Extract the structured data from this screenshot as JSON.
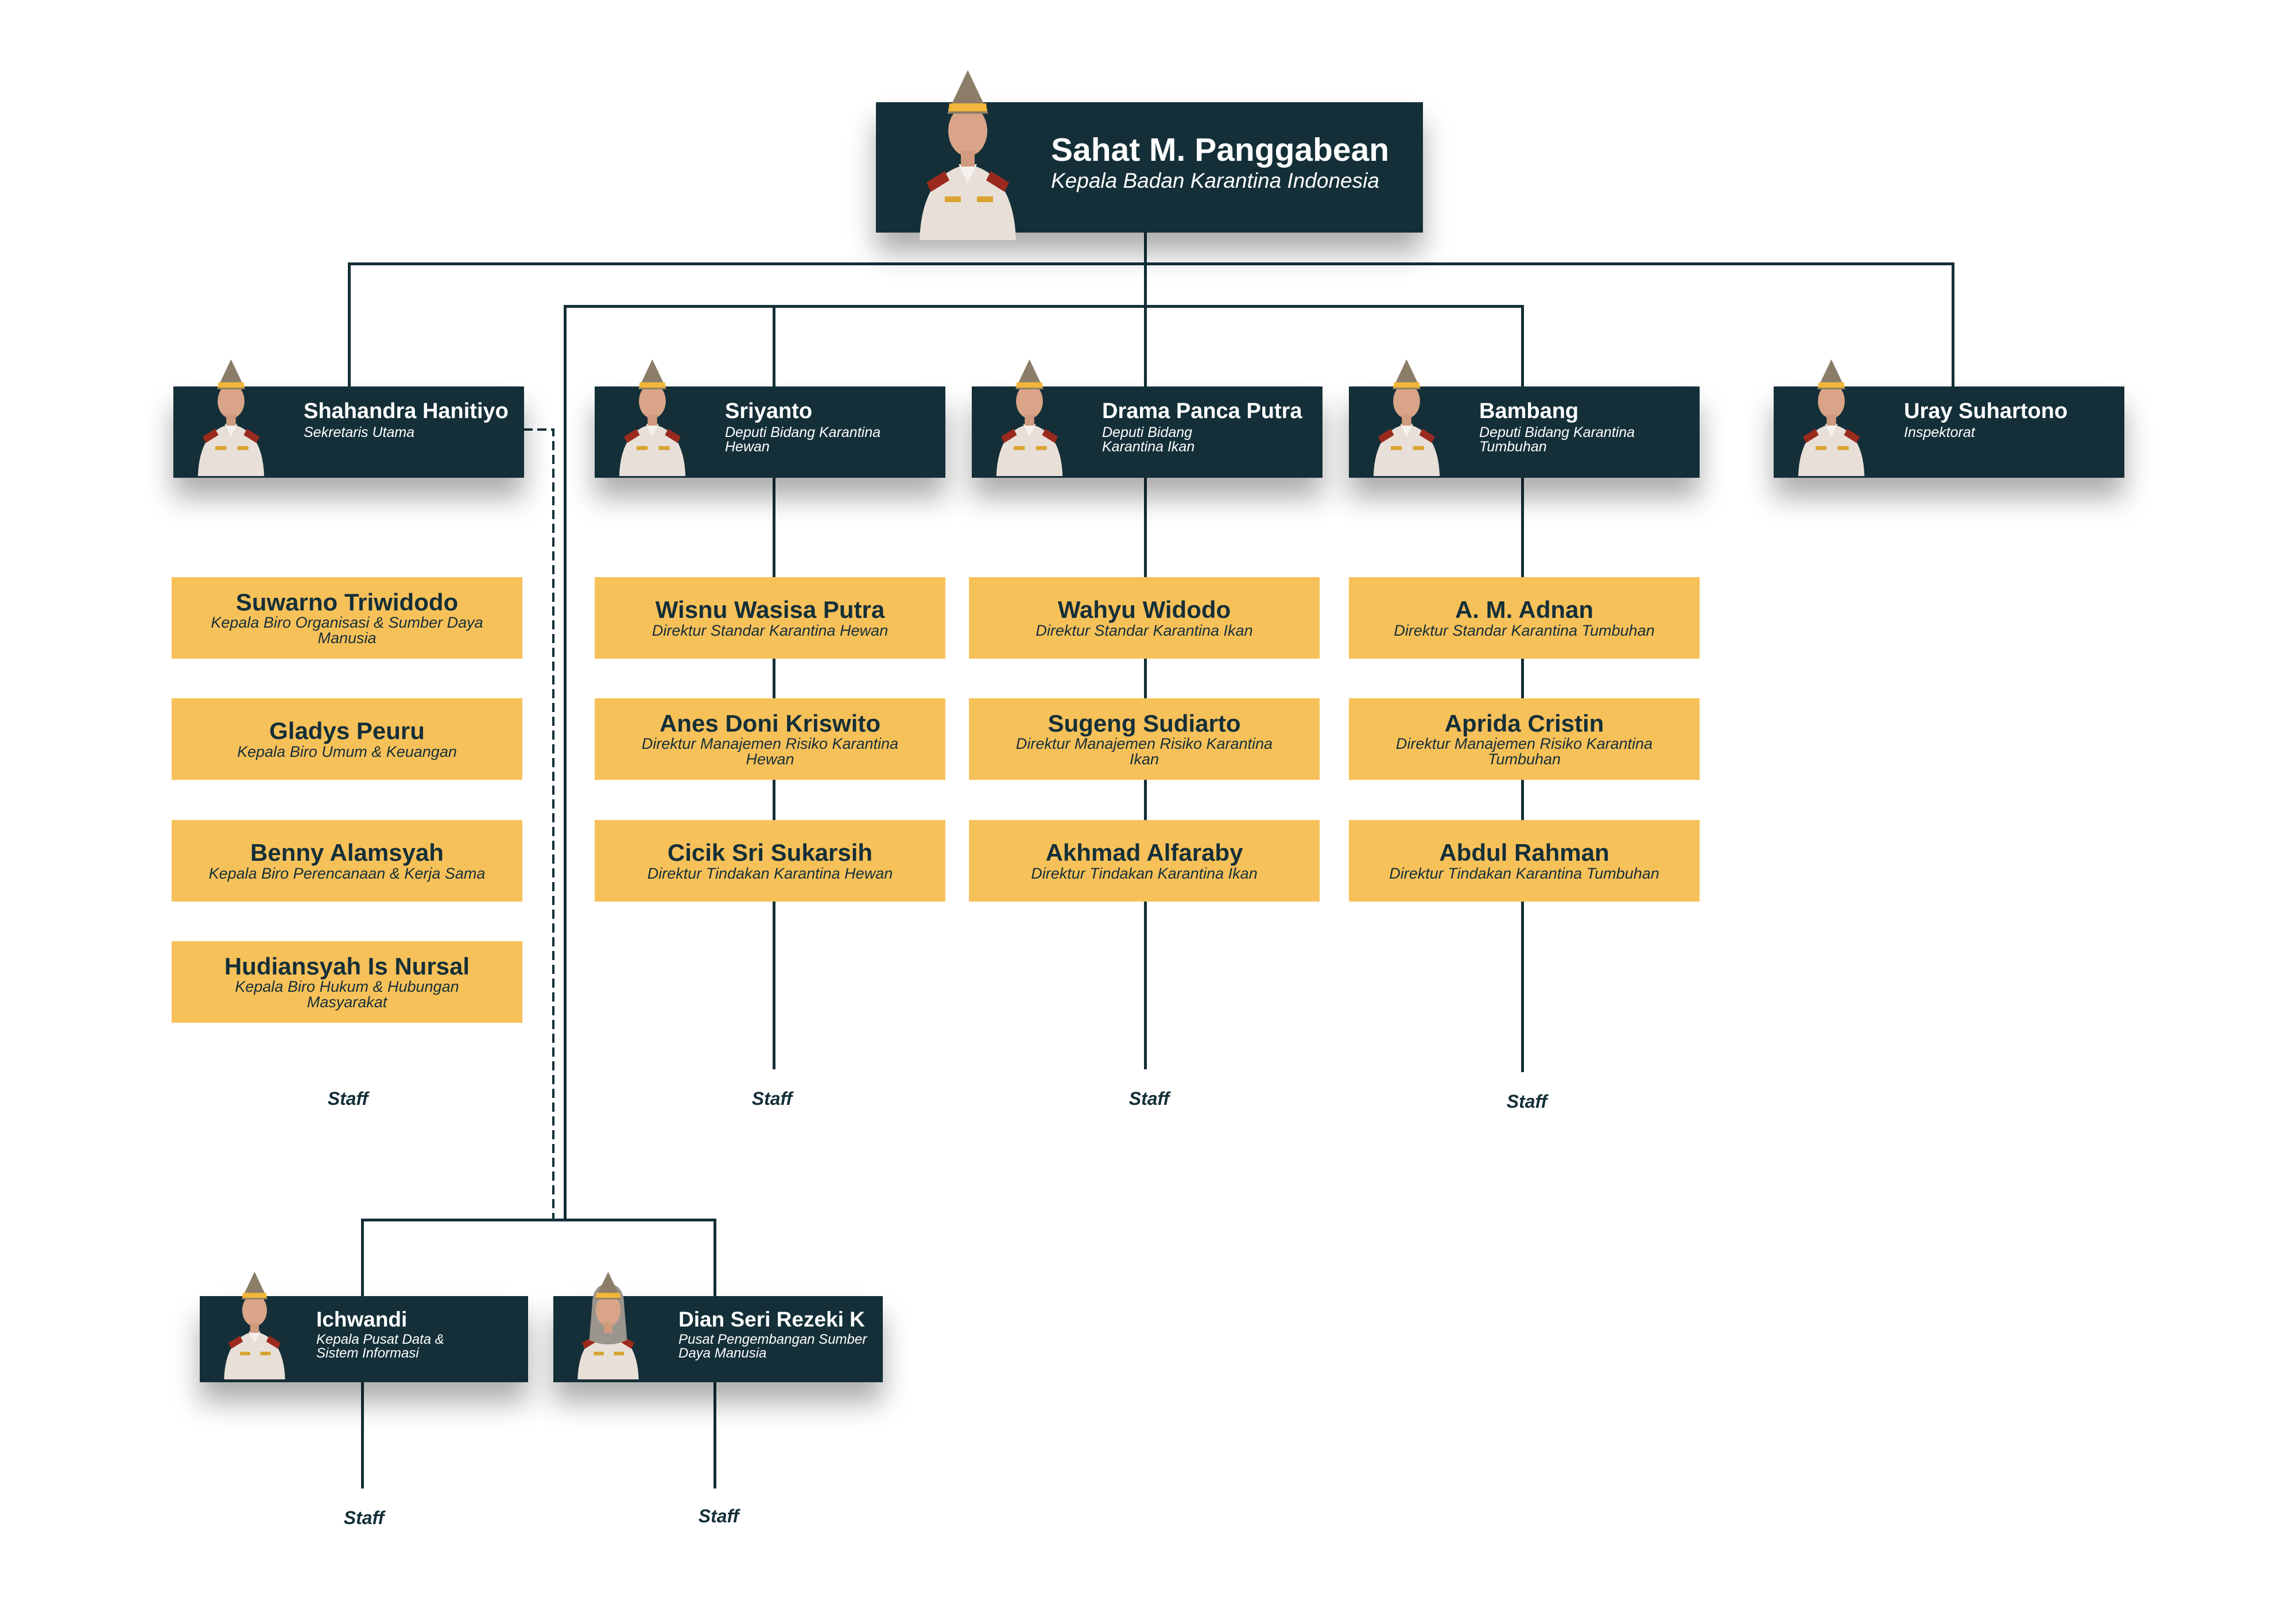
{
  "head": {
    "name": "Sahat M. Panggabean",
    "role": "Kepala Badan Karantina Indonesia"
  },
  "deputies": [
    {
      "name": "Shahandra Hanitiyo",
      "role": "Sekretaris Utama"
    },
    {
      "name": "Sriyanto",
      "role": "Deputi Bidang Karantina Hewan"
    },
    {
      "name": "Drama Panca Putra",
      "role": "Deputi Bidang Karantina Ikan"
    },
    {
      "name": "Bambang",
      "role": "Deputi Bidang Karantina Tumbuhan"
    },
    {
      "name": "Uray Suhartono",
      "role": "Inspektorat"
    }
  ],
  "columns": [
    [
      {
        "name": "Suwarno Triwidodo",
        "role": "Kepala Biro Organisasi & Sumber Daya Manusia"
      },
      {
        "name": "Gladys Peuru",
        "role": "Kepala Biro Umum & Keuangan"
      },
      {
        "name": "Benny Alamsyah",
        "role": "Kepala Biro Perencanaan & Kerja Sama"
      },
      {
        "name": "Hudiansyah Is Nursal",
        "role": "Kepala Biro Hukum & Hubungan Masyarakat"
      }
    ],
    [
      {
        "name": "Wisnu Wasisa Putra",
        "role": "Direktur Standar Karantina Hewan"
      },
      {
        "name": "Anes Doni Kriswito",
        "role": "Direktur Manajemen Risiko Karantina Hewan"
      },
      {
        "name": "Cicik Sri Sukarsih",
        "role": "Direktur Tindakan Karantina Hewan"
      }
    ],
    [
      {
        "name": "Wahyu Widodo",
        "role": "Direktur Standar Karantina Ikan"
      },
      {
        "name": "Sugeng Sudiarto",
        "role": "Direktur Manajemen Risiko Karantina Ikan"
      },
      {
        "name": "Akhmad Alfaraby",
        "role": "Direktur Tindakan Karantina Ikan"
      }
    ],
    [
      {
        "name": "A. M. Adnan",
        "role": "Direktur Standar Karantina Tumbuhan"
      },
      {
        "name": "Aprida Cristin",
        "role": "Direktur Manajemen Risiko Karantina Tumbuhan"
      },
      {
        "name": "Abdul Rahman",
        "role": "Direktur Tindakan Karantina Tumbuhan"
      }
    ]
  ],
  "centers": [
    {
      "name": "Ichwandi",
      "role": "Kepala Pusat Data & Sistem Informasi"
    },
    {
      "name": "Dian Seri Rezeki K",
      "role": "Pusat Pengembangan Sumber Daya Manusia"
    }
  ],
  "staff_label": "Staff",
  "colors": {
    "dark": "#142f38",
    "accent": "#f7c15a"
  }
}
